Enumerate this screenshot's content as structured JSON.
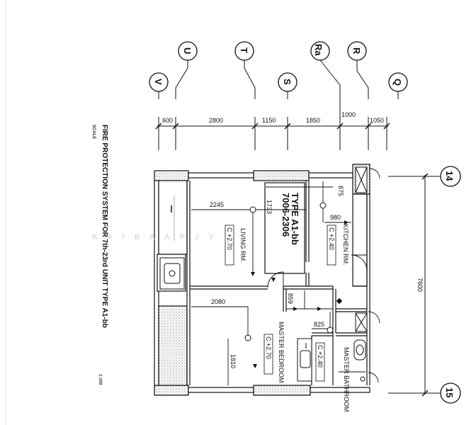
{
  "title_block": {
    "title": "FIRE PROTECTION SYSTEM FOR 7th-23rd UNIT TYPE A1-bb",
    "scale_label": "SCALE",
    "scale_value": "1:100"
  },
  "unit_tag": {
    "type": "TYPE A1-bb",
    "range": "7006-2306"
  },
  "grid_columns": [
    "V",
    "U",
    "T",
    "S",
    "Ra",
    "R",
    "Q"
  ],
  "grid_rows": [
    "14",
    "15"
  ],
  "column_dimensions": [
    "600",
    "2800",
    "1150",
    "1850",
    "1000",
    "1050"
  ],
  "overall_dimension": "7600",
  "rooms": [
    {
      "name": "LIVING RM.",
      "level": "C +2.70"
    },
    {
      "name": "KITCHEN RM.",
      "level": "C +2.40"
    },
    {
      "name": "MASTER BEDROOM",
      "level": "C +2.70"
    },
    {
      "name": "MASTER BATHROOM",
      "level": "C +2.40"
    }
  ],
  "sprinkler_dimensions": [
    "2245",
    "1733",
    "875",
    "980",
    "2080",
    "859",
    "825",
    "1810"
  ],
  "watermark": "KAIBAAPJY"
}
